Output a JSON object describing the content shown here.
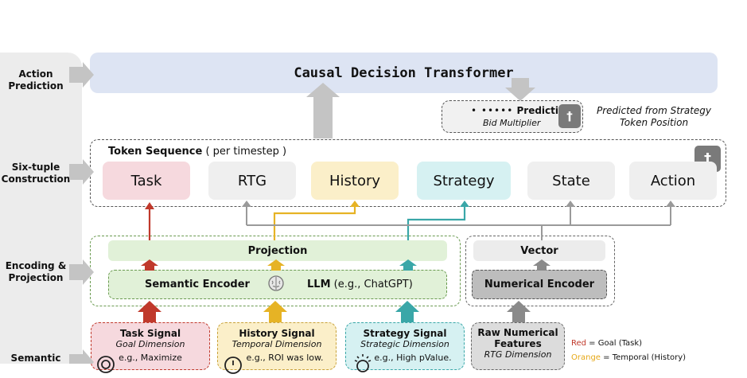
{
  "stages": [
    {
      "label": "Action Prediction"
    },
    {
      "label": "Six-tuple Construction"
    },
    {
      "label": "Encoding & Projection"
    },
    {
      "label": "Semantic"
    }
  ],
  "cdt": {
    "title": "Causal Decision Transformer"
  },
  "prediction": {
    "label": "Prediction",
    "sub": "Bid Multiplier",
    "dagger": "†",
    "note_line1": "Predicted from Strategy",
    "note_line2": "Token Position"
  },
  "token_sequence": {
    "title": "Token Sequence",
    "suffix": "( per timestep )",
    "dagger": "†",
    "tokens": [
      {
        "label": "Task",
        "color": "#f6d9de"
      },
      {
        "label": "RTG",
        "color": "#efefef"
      },
      {
        "label": "History",
        "color": "#fbefc9"
      },
      {
        "label": "Strategy",
        "color": "#d6f1f2"
      },
      {
        "label": "State",
        "color": "#efefef"
      },
      {
        "label": "Action",
        "color": "#efefef"
      }
    ]
  },
  "encoding": {
    "projection": "Projection",
    "semantic_encoder": "Semantic Encoder",
    "llm": "LLM",
    "llm_note": "(e.g., ChatGPT)",
    "vector": "Vector",
    "numerical_encoder": "Numerical Encoder"
  },
  "signals": [
    {
      "title": "Task Signal",
      "sub": "Goal Dimension",
      "example": "e.g., Maximize",
      "bg": "#f6d9de",
      "border": "#c0392b"
    },
    {
      "title": "History Signal",
      "sub": "Temporal Dimension",
      "example": "e.g., ROI was low.",
      "bg": "#fbefc9",
      "border": "#c9a23a"
    },
    {
      "title": "Strategy Signal",
      "sub": "Strategic Dimension",
      "example": "e.g., High pValue.",
      "bg": "#d6f1f2",
      "border": "#3aa7a8"
    },
    {
      "title": "Raw Numerical",
      "title2": "Features",
      "sub": "RTG Dimension",
      "bg": "#dcdcdc",
      "border": "#666"
    }
  ],
  "legend": [
    {
      "color_word": "Red",
      "rest": " = Goal (Task)",
      "color": "#c0392b"
    },
    {
      "color_word": "Orange",
      "rest": " = Temporal (History)",
      "color": "#e6a817"
    }
  ],
  "colors": {
    "red": "#c0392b",
    "orange": "#e6b325",
    "teal": "#3aa7a8",
    "gray": "#8a8a8a"
  }
}
